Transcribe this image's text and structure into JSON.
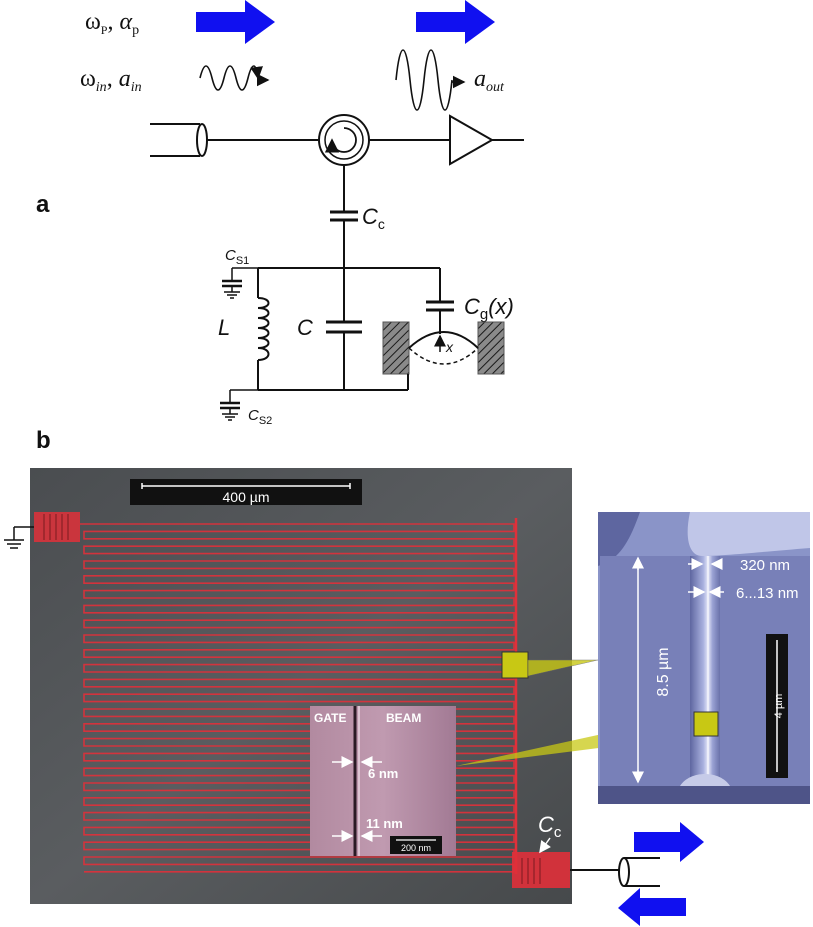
{
  "panel_a": {
    "label": "a",
    "pump_omega": "ω",
    "pump_omega_sub": "P",
    "pump_sep": ",",
    "pump_alpha": "α",
    "pump_alpha_sub": "p",
    "input_omega": "ω",
    "input_omega_sub": "in",
    "input_sep": ",",
    "input_a": "a",
    "input_a_sub": "in",
    "output_a": "a",
    "output_a_sub": "out",
    "cc": "C",
    "cc_sub": "c",
    "cs1": "C",
    "cs1_sub": "S1",
    "cs2": "C",
    "cs2_sub": "S2",
    "inductor": "L",
    "capacitor": "C",
    "cg": "C",
    "cg_sub": "g",
    "cg_arg": "(x)",
    "displacement": "x"
  },
  "panel_b": {
    "label": "b",
    "scale_bar": "400 µm",
    "inset_gate": "GATE",
    "inset_beam": "BEAM",
    "inset_gap_top": "6 nm",
    "inset_gap_bottom": "11 nm",
    "inset_scale": "200 nm",
    "beam_width": "320 nm",
    "beam_gap": "6...13 nm",
    "beam_length": "8.5 µm",
    "beam_scale": "4 µm",
    "coupling_cap": "C",
    "coupling_cap_sub": "c"
  },
  "colors": {
    "arrow_blue": "#1010f0",
    "meander_red": "#e0303a",
    "sem_grey": "#55585a",
    "beam_blue": "#8a94c8",
    "inset_pink": "#b68aa6",
    "callout_yellow": "#c8c814"
  }
}
